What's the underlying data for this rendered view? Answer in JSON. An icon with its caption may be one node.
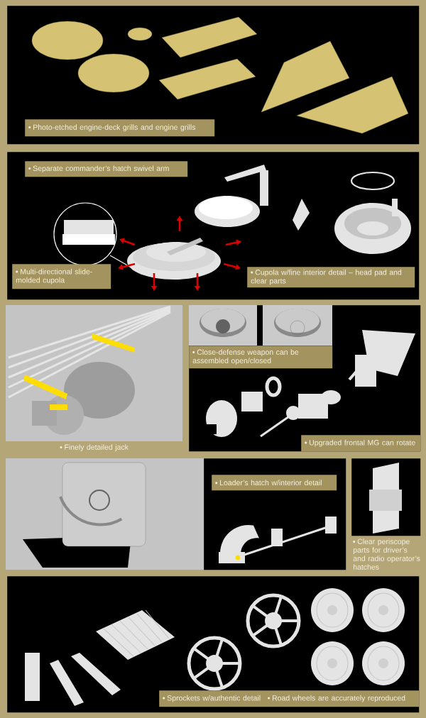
{
  "diagram": {
    "nodes": [
      {
        "text": [],
        "shape": "box"
      },
      {
        "text": [
          "Photo-etched engine-deck grills and engine grills"
        ],
        "in": 0
      },
      {
        "text": [],
        "shape": "box"
      },
      {
        "text": [
          "Separate commander’s hatch swivel arm"
        ],
        "in": 2
      },
      {
        "text": [
          "Multi-directional slide-molded cupola"
        ],
        "in": 2
      },
      {
        "text": [
          "Cupola w/fine interior detail – head pad and clear parts"
        ],
        "in": 2
      },
      {
        "text": [],
        "shape": "box"
      },
      {
        "text": [
          "Close-defense weapon can be assembled open/closed"
        ],
        "in": 6
      },
      {
        "text": [
          "Upgraded frontal MG can rotate"
        ],
        "in": 6
      },
      {
        "text": [],
        "shape": "box"
      },
      {
        "text": [
          "Loader’s hatch w/interior detail"
        ],
        "in": 9
      },
      {
        "text": [],
        "shape": "box"
      },
      {
        "text": [],
        "shape": "box"
      },
      {
        "text": [
          "Sprockets w/authentic detail",
          "Road wheels are accurately reproduced"
        ],
        "in": 12
      }
    ],
    "labels": [
      "Finely detailed jack",
      "Clear periscope parts for driver’s and radio operator’s hatches"
    ]
  }
}
